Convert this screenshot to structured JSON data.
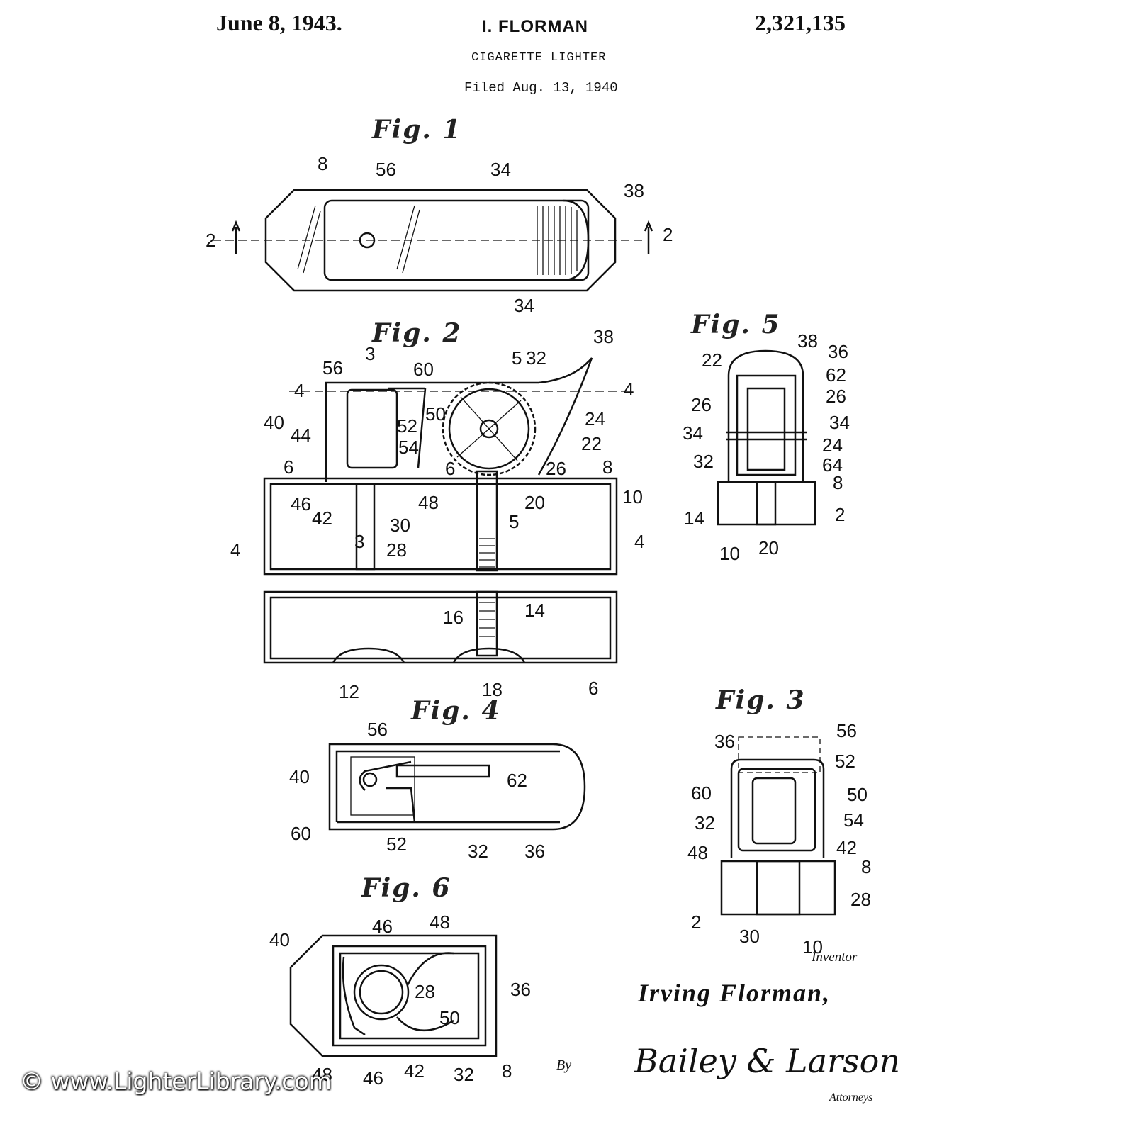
{
  "header": {
    "date": "June 8, 1943.",
    "inventor": "I. FLORMAN",
    "patent_number": "2,321,135",
    "title": "CIGARETTE LIGHTER",
    "filed": "Filed Aug. 13, 1940"
  },
  "figures": {
    "fig1": "Fig. 1",
    "fig2": "Fig. 2",
    "fig3": "Fig. 3",
    "fig4": "Fig. 4",
    "fig5": "Fig. 5",
    "fig6": "Fig. 6"
  },
  "refs": {
    "fig1": [
      "8",
      "56",
      "34",
      "38",
      "2",
      "2",
      "34"
    ],
    "fig2": [
      "3",
      "5",
      "56",
      "60",
      "32",
      "38",
      "4",
      "4",
      "40",
      "52",
      "50",
      "44",
      "54",
      "24",
      "22",
      "6",
      "6",
      "26",
      "8",
      "46",
      "48",
      "20",
      "10",
      "42",
      "30",
      "3",
      "5",
      "4",
      "28",
      "4",
      "16",
      "14",
      "12",
      "18",
      "6"
    ],
    "fig5": [
      "38",
      "36",
      "22",
      "62",
      "26",
      "26",
      "34",
      "34",
      "24",
      "32",
      "64",
      "8",
      "14",
      "2",
      "10",
      "20"
    ],
    "fig4": [
      "56",
      "40",
      "62",
      "60",
      "52",
      "32",
      "36"
    ],
    "fig3": [
      "36",
      "56",
      "52",
      "60",
      "50",
      "32",
      "54",
      "48",
      "42",
      "8",
      "28",
      "2",
      "30",
      "10"
    ],
    "fig6": [
      "46",
      "48",
      "40",
      "28",
      "36",
      "50",
      "48",
      "46",
      "42",
      "32",
      "8"
    ]
  },
  "signature": {
    "inventor_label": "Inventor",
    "inventor_name": "Irving Florman,",
    "by_label": "By",
    "attorney_signature": "Bailey & Larson",
    "attorneys_label": "Attorneys"
  },
  "watermark": "© www.LighterLibrary.com"
}
